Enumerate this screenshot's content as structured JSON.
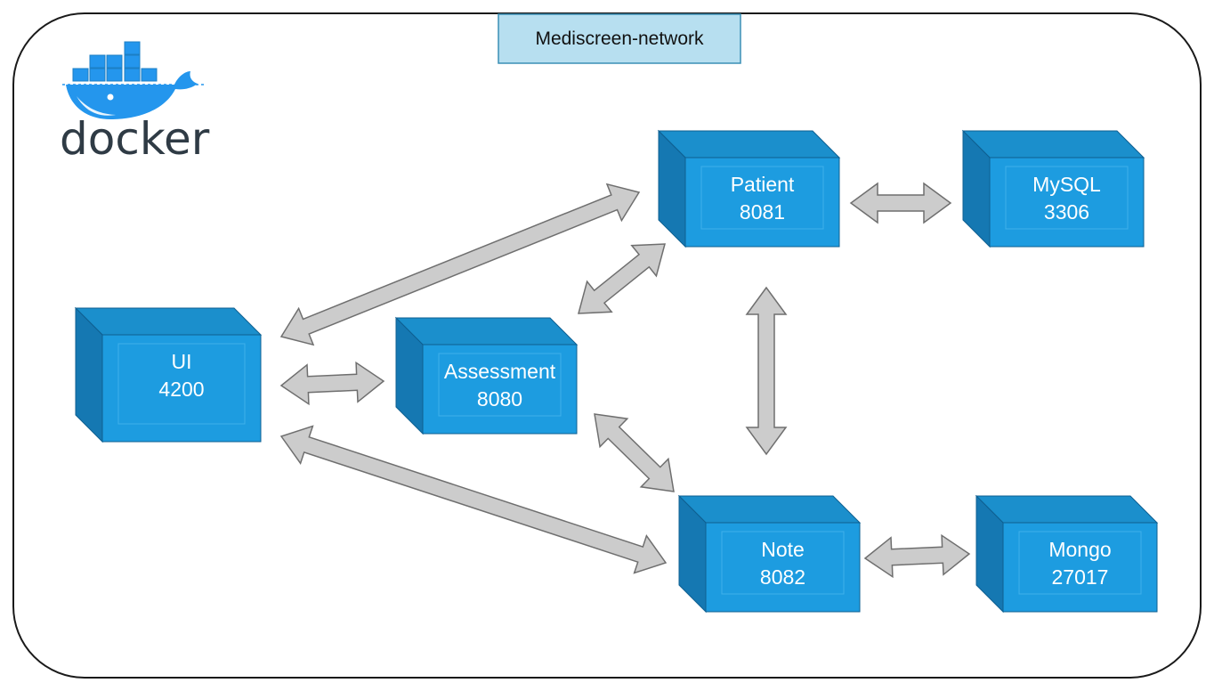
{
  "network": {
    "label": "Mediscreen-network"
  },
  "logo": {
    "word": "docker",
    "icon": "docker-whale-icon",
    "color": "#2496ed"
  },
  "colors": {
    "container_front": "#1d9ce0",
    "container_top": "#1b8fcc",
    "container_side": "#1578b2",
    "container_edge": "#0e5f91",
    "arrow_fill": "#cccccc",
    "arrow_stroke": "#6f6f6f",
    "network_box": "#b7dff0"
  },
  "containers": {
    "ui": {
      "name": "UI",
      "port": "4200"
    },
    "assessment": {
      "name": "Assessment",
      "port": "8080"
    },
    "patient": {
      "name": "Patient",
      "port": "8081"
    },
    "mysql": {
      "name": "MySQL",
      "port": "3306"
    },
    "note": {
      "name": "Note",
      "port": "8082"
    },
    "mongo": {
      "name": "Mongo",
      "port": "27017"
    }
  },
  "connections": [
    {
      "from": "ui",
      "to": "patient"
    },
    {
      "from": "ui",
      "to": "assessment"
    },
    {
      "from": "ui",
      "to": "note"
    },
    {
      "from": "assessment",
      "to": "patient"
    },
    {
      "from": "assessment",
      "to": "note"
    },
    {
      "from": "patient",
      "to": "mysql"
    },
    {
      "from": "patient",
      "to": "note"
    },
    {
      "from": "note",
      "to": "mongo"
    }
  ]
}
